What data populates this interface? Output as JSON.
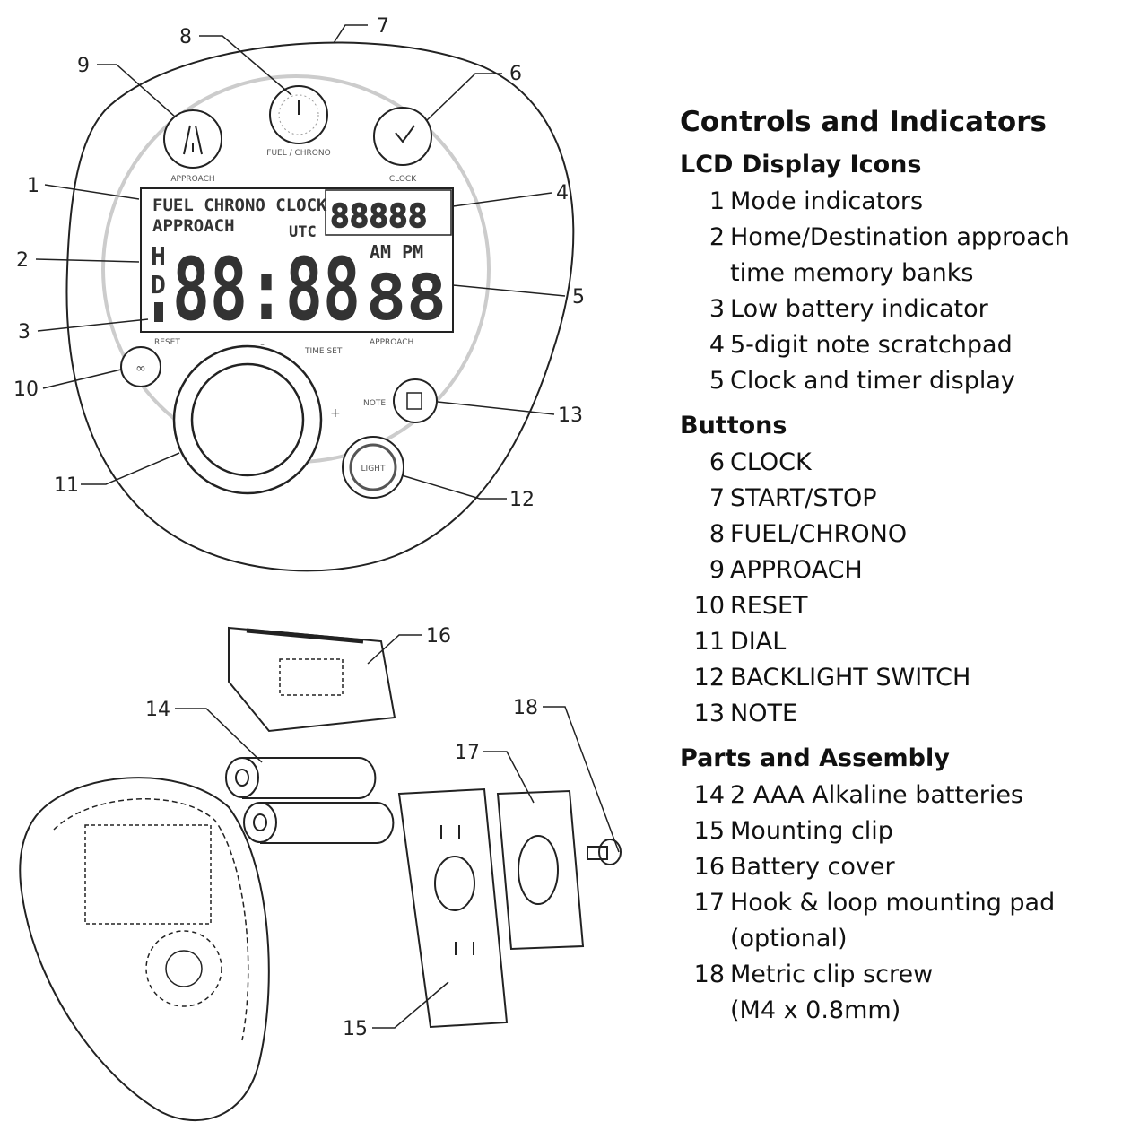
{
  "legend": {
    "title": "Controls and Indicators",
    "sections": [
      {
        "title": "LCD Display Icons",
        "items": [
          {
            "num": "1",
            "text": "Mode indicators"
          },
          {
            "num": "2",
            "text": "Home/Destination approach\ntime memory banks"
          },
          {
            "num": "3",
            "text": "Low battery indicator"
          },
          {
            "num": "4",
            "text": "5-digit note scratchpad"
          },
          {
            "num": "5",
            "text": "Clock and timer display"
          }
        ]
      },
      {
        "title": "Buttons",
        "items": [
          {
            "num": "6",
            "text": "CLOCK"
          },
          {
            "num": "7",
            "text": "START/STOP"
          },
          {
            "num": "8",
            "text": "FUEL/CHRONO"
          },
          {
            "num": "9",
            "text": "APPROACH"
          },
          {
            "num": "10",
            "text": "RESET"
          },
          {
            "num": "11",
            "text": "DIAL"
          },
          {
            "num": "12",
            "text": "BACKLIGHT SWITCH"
          },
          {
            "num": "13",
            "text": "NOTE"
          }
        ]
      },
      {
        "title": "Parts and Assembly",
        "items": [
          {
            "num": "14",
            "text": "2 AAA Alkaline batteries"
          },
          {
            "num": "15",
            "text": "Mounting clip"
          },
          {
            "num": "16",
            "text": "Battery cover"
          },
          {
            "num": "17",
            "text": "Hook & loop mounting pad\n(optional)"
          },
          {
            "num": "18",
            "text": "Metric clip screw\n(M4 x 0.8mm)"
          }
        ]
      }
    ]
  },
  "device": {
    "lcd": {
      "mode_top": "FUEL CHRONO CLOCK",
      "mode_approach": "APPROACH",
      "utc": "UTC",
      "scratchpad": "88888",
      "main_digits": "88:88",
      "ampm": "AM PM",
      "seconds": "88",
      "memory_h": "H",
      "memory_d": "D"
    },
    "labels": {
      "approach": "APPROACH",
      "fuel_chrono": "FUEL / CHRONO",
      "clock": "CLOCK",
      "reset": "RESET",
      "time_set": "TIME SET",
      "approach_small": "APPROACH",
      "note": "NOTE",
      "light": "LIGHT",
      "minus": "-",
      "plus": "+"
    }
  },
  "callouts": [
    "1",
    "2",
    "3",
    "4",
    "5",
    "6",
    "7",
    "8",
    "9",
    "10",
    "11",
    "12",
    "13",
    "14",
    "15",
    "16",
    "17",
    "18"
  ]
}
